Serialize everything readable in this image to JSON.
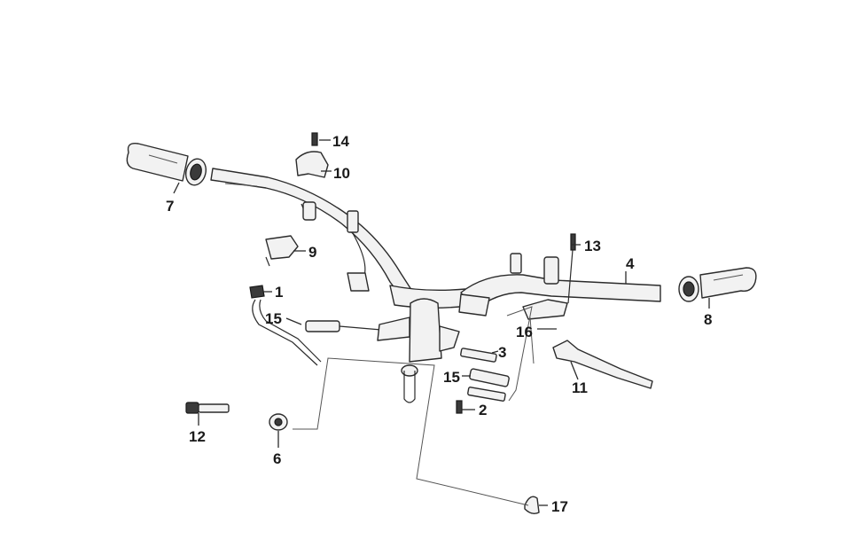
{
  "callouts": [
    {
      "id": "1",
      "text": "1"
    },
    {
      "id": "2",
      "text": "2"
    },
    {
      "id": "3",
      "text": "3"
    },
    {
      "id": "4",
      "text": "4"
    },
    {
      "id": "6",
      "text": "6"
    },
    {
      "id": "7",
      "text": "7"
    },
    {
      "id": "8",
      "text": "8"
    },
    {
      "id": "9",
      "text": "9"
    },
    {
      "id": "10",
      "text": "10"
    },
    {
      "id": "11",
      "text": "11"
    },
    {
      "id": "12",
      "text": "12"
    },
    {
      "id": "13",
      "text": "13"
    },
    {
      "id": "14",
      "text": "14"
    },
    {
      "id": "15a",
      "text": "15"
    },
    {
      "id": "15b",
      "text": "15"
    },
    {
      "id": "16",
      "text": "16"
    },
    {
      "id": "17",
      "text": "17"
    }
  ]
}
